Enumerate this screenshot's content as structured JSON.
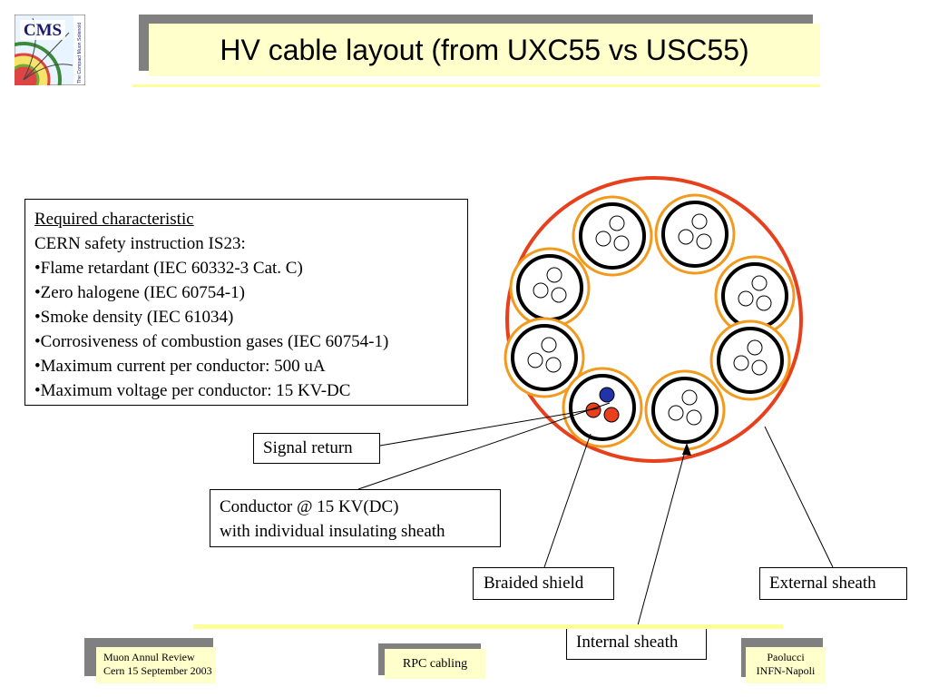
{
  "logo": {
    "text": "CMS",
    "subtitle": "The Compact Muon Solenoid"
  },
  "title": "HV cable layout (from UXC55 vs USC55)",
  "characteristics": {
    "heading": "Required characteristic",
    "intro": "CERN safety instruction IS23:",
    "items": [
      "•Flame retardant (IEC 60332-3 Cat. C)",
      "•Zero halogene (IEC 60754-1)",
      "•Smoke density (IEC 61034)",
      "•Corrosiveness of combustion gases (IEC 60754-1)",
      "•Maximum current per conductor: 500 uA",
      "•Maximum voltage per conductor: 15 KV-DC"
    ]
  },
  "labels": {
    "signal_return": "Signal return",
    "conductor_line1": "Conductor @ 15 KV(DC)",
    "conductor_line2": "with individual insulating sheath",
    "braided_shield": "Braided shield",
    "external_sheath": "External sheath",
    "internal_sheath": "Internal sheath"
  },
  "colors": {
    "external_sheath": "#e8401c",
    "internal_sheath": "#f29a1e",
    "braided_shield": "#000000",
    "conductor_hv": "#e8401c",
    "signal_return": "#2233aa",
    "title_bg": "#ffffcc"
  },
  "footer": {
    "left_line1": "Muon Annul Review",
    "left_line2": "Cern 15 September 2003",
    "center": "RPC cabling",
    "right_line1": "Paolucci",
    "right_line2": "INFN-Napoli"
  }
}
